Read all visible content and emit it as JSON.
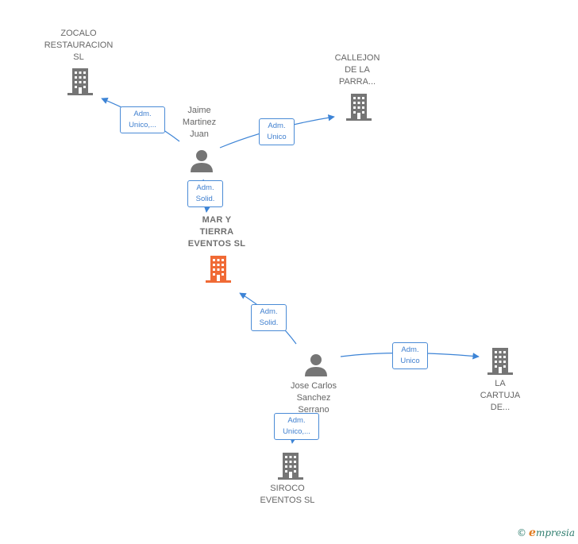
{
  "nodes": {
    "zocalo": {
      "lines": [
        "ZOCALO",
        "RESTAURACION",
        "SL"
      ],
      "type": "company"
    },
    "callejon": {
      "lines": [
        "CALLEJON",
        "DE LA",
        "PARRA..."
      ],
      "type": "company"
    },
    "jaime": {
      "lines": [
        "Jaime",
        "Martinez",
        "Juan"
      ],
      "type": "person"
    },
    "mar_tierra": {
      "lines": [
        "MAR Y",
        "TIERRA",
        "EVENTOS SL"
      ],
      "type": "company-main"
    },
    "jose": {
      "lines": [
        "Jose Carlos",
        "Sanchez",
        "Serrano"
      ],
      "type": "person"
    },
    "cartuja": {
      "lines": [
        "LA",
        "CARTUJA",
        "DE..."
      ],
      "type": "company"
    },
    "siroco": {
      "lines": [
        "SIROCO",
        "EVENTOS SL"
      ],
      "type": "company"
    }
  },
  "edges": {
    "jaime_zocalo": {
      "lines": [
        "Adm.",
        "Unico,..."
      ]
    },
    "jaime_callejon": {
      "lines": [
        "Adm.",
        "Unico"
      ]
    },
    "jaime_mar": {
      "lines": [
        "Adm.",
        "Solid."
      ]
    },
    "jose_mar": {
      "lines": [
        "Adm.",
        "Solid."
      ]
    },
    "jose_cartuja": {
      "lines": [
        "Adm.",
        "Unico"
      ]
    },
    "jose_siroco": {
      "lines": [
        "Adm.",
        "Unico,..."
      ]
    }
  },
  "colors": {
    "company": "#757575",
    "main": "#f06a35",
    "person": "#757575",
    "edge": "#3d84d6"
  },
  "brand": {
    "copyright": "©",
    "name_first": "e",
    "name_rest": "mpresia"
  }
}
